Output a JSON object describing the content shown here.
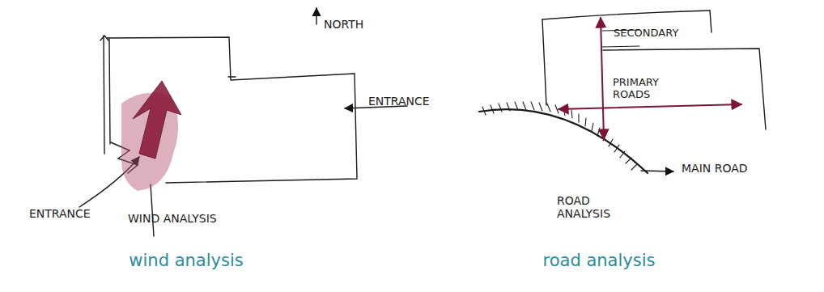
{
  "diagram": {
    "labels": [
      "NORTH",
      "ENTRANCE",
      "ENTRANCE",
      "WIND ANALYSIS",
      "wind analysis",
      "SECONDARY",
      "PRIMARY ROADS",
      "MAIN ROAD",
      "ROAD ANALYSIS",
      "road analysis"
    ]
  }
}
